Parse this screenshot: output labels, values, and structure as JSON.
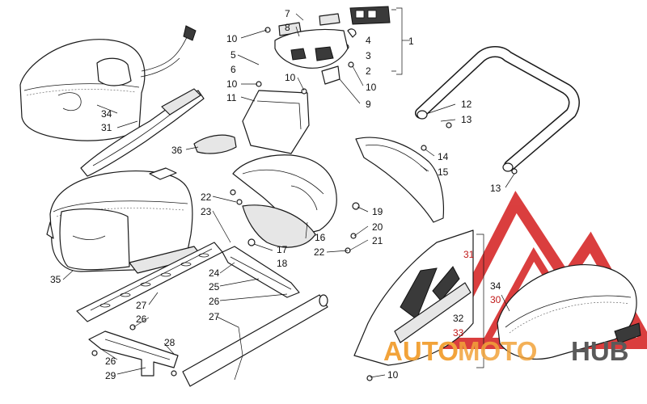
{
  "colors": {
    "line": "#1a1a1a",
    "watermark_red": "#d62a2a",
    "watermark_orange": "#f2a33a",
    "watermark_grey": "#5a5a5a",
    "callout_red": "#c01818"
  },
  "watermark": {
    "part1": "AUTO",
    "part2": "MOTO",
    "part3": "HUB"
  },
  "callouts": [
    {
      "id": "c1",
      "text": "1"
    },
    {
      "id": "c2",
      "text": "2"
    },
    {
      "id": "c3",
      "text": "3"
    },
    {
      "id": "c4",
      "text": "4"
    },
    {
      "id": "c5",
      "text": "5"
    },
    {
      "id": "c6",
      "text": "6"
    },
    {
      "id": "c7",
      "text": "7"
    },
    {
      "id": "c8",
      "text": "8"
    },
    {
      "id": "c9",
      "text": "9"
    },
    {
      "id": "c10a",
      "text": "10"
    },
    {
      "id": "c10b",
      "text": "10"
    },
    {
      "id": "c10c",
      "text": "10"
    },
    {
      "id": "c10d",
      "text": "10"
    },
    {
      "id": "c10e",
      "text": "10"
    },
    {
      "id": "c11",
      "text": "11"
    },
    {
      "id": "c12",
      "text": "12"
    },
    {
      "id": "c13a",
      "text": "13"
    },
    {
      "id": "c13b",
      "text": "13"
    },
    {
      "id": "c14",
      "text": "14"
    },
    {
      "id": "c15",
      "text": "15"
    },
    {
      "id": "c16",
      "text": "16"
    },
    {
      "id": "c17",
      "text": "17"
    },
    {
      "id": "c18",
      "text": "18"
    },
    {
      "id": "c19",
      "text": "19"
    },
    {
      "id": "c20",
      "text": "20"
    },
    {
      "id": "c21",
      "text": "21"
    },
    {
      "id": "c22a",
      "text": "22"
    },
    {
      "id": "c22b",
      "text": "22"
    },
    {
      "id": "c23",
      "text": "23"
    },
    {
      "id": "c24",
      "text": "24"
    },
    {
      "id": "c25",
      "text": "25"
    },
    {
      "id": "c26a",
      "text": "26"
    },
    {
      "id": "c26b",
      "text": "26"
    },
    {
      "id": "c26c",
      "text": "26"
    },
    {
      "id": "c27a",
      "text": "27"
    },
    {
      "id": "c27b",
      "text": "27"
    },
    {
      "id": "c28",
      "text": "28"
    },
    {
      "id": "c29",
      "text": "29"
    },
    {
      "id": "c30",
      "text": "30"
    },
    {
      "id": "c31a",
      "text": "31"
    },
    {
      "id": "c31b",
      "text": "31"
    },
    {
      "id": "c32",
      "text": "32"
    },
    {
      "id": "c33",
      "text": "33"
    },
    {
      "id": "c34a",
      "text": "34"
    },
    {
      "id": "c34b",
      "text": "34"
    },
    {
      "id": "c35",
      "text": "35"
    },
    {
      "id": "c36",
      "text": "36"
    }
  ]
}
